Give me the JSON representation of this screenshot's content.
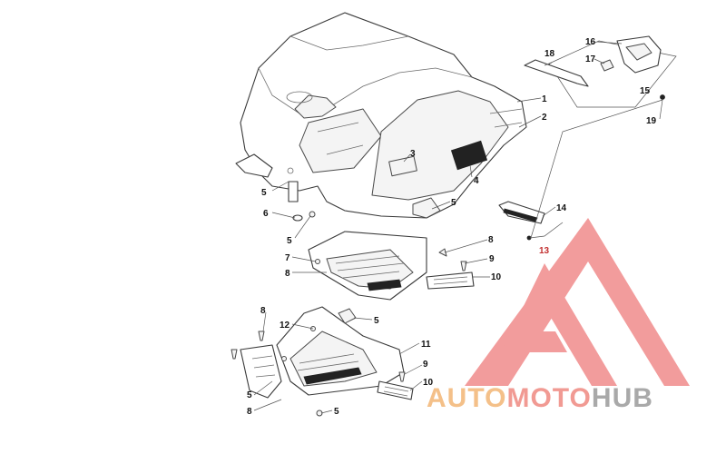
{
  "callouts": [
    {
      "id": "c1",
      "text": "1"
    },
    {
      "id": "c2",
      "text": "2"
    },
    {
      "id": "c3",
      "text": "3"
    },
    {
      "id": "c4",
      "text": "4"
    },
    {
      "id": "c5a",
      "text": "5"
    },
    {
      "id": "c5b",
      "text": "5"
    },
    {
      "id": "c5c",
      "text": "5"
    },
    {
      "id": "c5d",
      "text": "5"
    },
    {
      "id": "c5e",
      "text": "5"
    },
    {
      "id": "c5f",
      "text": "5"
    },
    {
      "id": "c6",
      "text": "6"
    },
    {
      "id": "c7",
      "text": "7"
    },
    {
      "id": "c8a",
      "text": "8"
    },
    {
      "id": "c8b",
      "text": "8"
    },
    {
      "id": "c8c",
      "text": "8"
    },
    {
      "id": "c8d",
      "text": "8"
    },
    {
      "id": "c9a",
      "text": "9"
    },
    {
      "id": "c9b",
      "text": "9"
    },
    {
      "id": "c10a",
      "text": "10"
    },
    {
      "id": "c10b",
      "text": "10"
    },
    {
      "id": "c11",
      "text": "11"
    },
    {
      "id": "c12",
      "text": "12"
    },
    {
      "id": "c13",
      "text": "13"
    },
    {
      "id": "c14",
      "text": "14"
    },
    {
      "id": "c15",
      "text": "15"
    },
    {
      "id": "c16",
      "text": "16"
    },
    {
      "id": "c17",
      "text": "17"
    },
    {
      "id": "c18",
      "text": "18"
    },
    {
      "id": "c19",
      "text": "19"
    }
  ],
  "watermark": {
    "brand_part1": "AUTO",
    "brand_part2": "MOTO",
    "brand_part3": "HUB",
    "color_part1": "#f4c089",
    "color_part2": "#f19a93",
    "color_part3": "#a9a9a9",
    "logo_color": "#f08b8b"
  },
  "colors": {
    "line": "#3a3a3a",
    "callout_highlight": "#c23030"
  }
}
